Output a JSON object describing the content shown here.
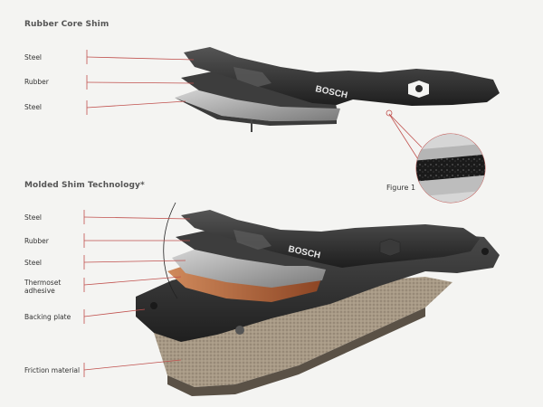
{
  "sections": {
    "rubber_core": {
      "title": "Rubber Core Shim",
      "labels": [
        "Steel",
        "Rubber",
        "Steel"
      ]
    },
    "molded": {
      "title": "Molded Shim Technology*",
      "labels": [
        "Steel",
        "Rubber",
        "Steel",
        "Thermoset\nadhesive",
        "Backing plate",
        "Friction material"
      ]
    }
  },
  "figure_label": "Figure 1",
  "brand_mark": "BOSCH",
  "colors": {
    "leader": "#c0504d",
    "shim_dark": "#2b2b2b",
    "shim_mid": "#4a4a4a",
    "rubber": "#5a5a5a",
    "adhesive": "#b5653a",
    "backing": "#3a3a3a",
    "friction": "#a89a86"
  }
}
